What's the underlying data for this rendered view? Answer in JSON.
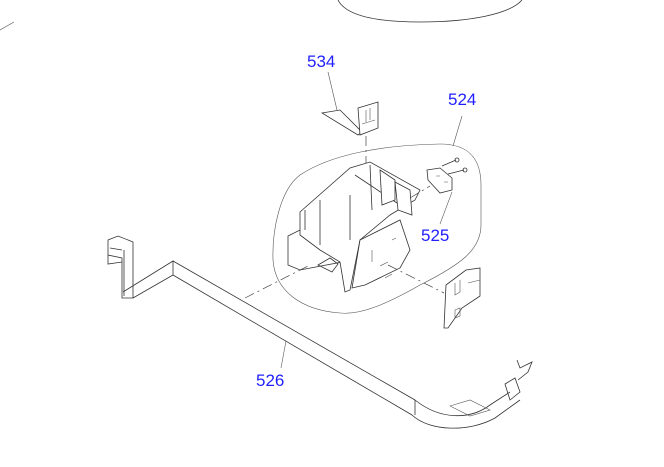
{
  "diagram": {
    "callouts": [
      {
        "id": "534",
        "label": "534"
      },
      {
        "id": "524",
        "label": "524"
      },
      {
        "id": "525",
        "label": "525"
      },
      {
        "id": "526",
        "label": "526"
      }
    ],
    "label_color": "#1f1fff"
  }
}
